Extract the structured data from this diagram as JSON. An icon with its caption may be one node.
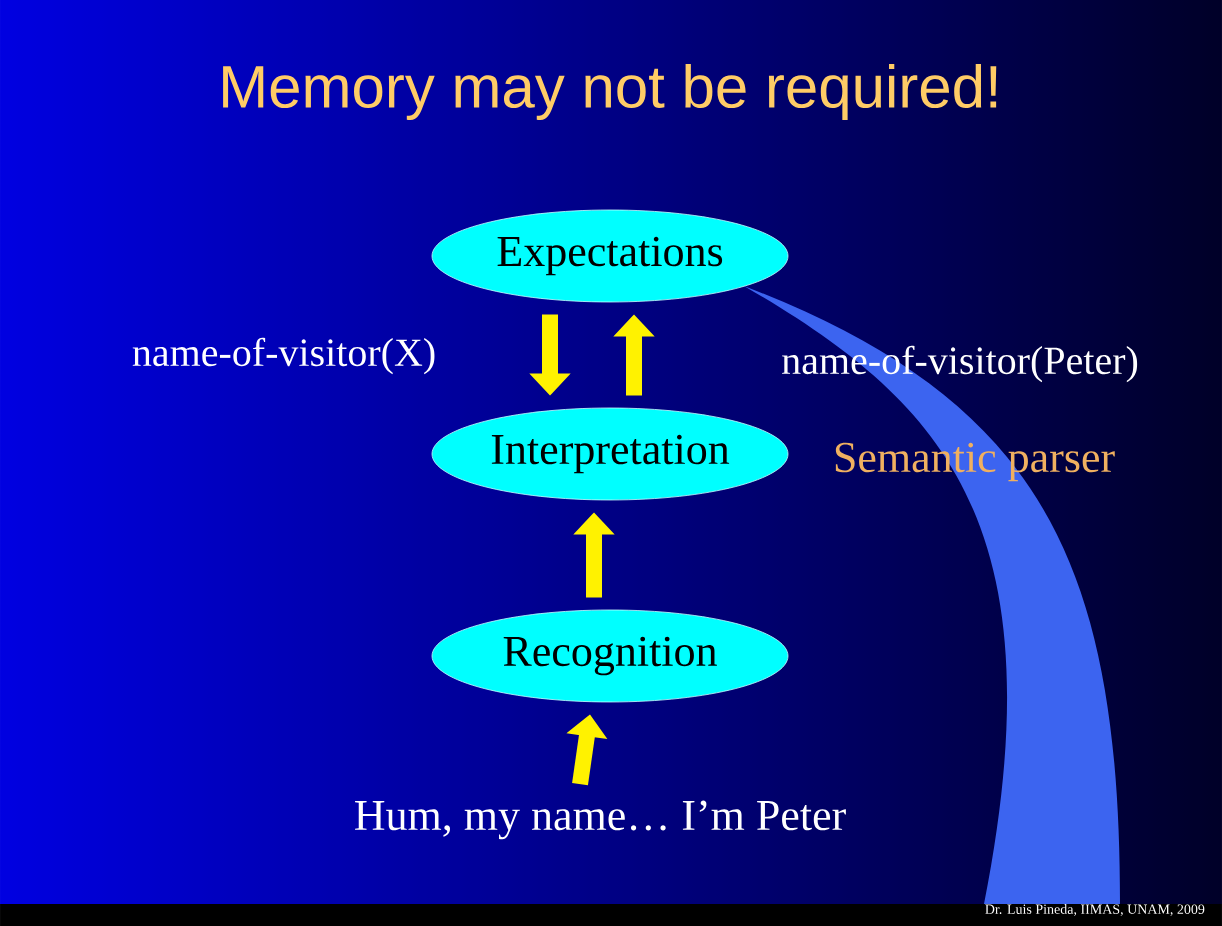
{
  "diagram": {
    "title": "Memory may not be required!",
    "nodes": [
      {
        "text": [
          "Expectations"
        ]
      },
      {
        "text": [
          "Interpretation"
        ],
        "beside": [
          "Semantic parser"
        ]
      },
      {
        "text": [
          "Recognition"
        ]
      },
      {
        "text": [
          "Hum, my name… I’m Peter"
        ]
      }
    ],
    "edges": [
      {
        "from": 0,
        "to": 1,
        "arrow": "to",
        "label": "name-of-visitor(X)"
      },
      {
        "from": 1,
        "to": 0,
        "arrow": "to",
        "label": "name-of-visitor(Peter)"
      },
      {
        "from": 2,
        "to": 1,
        "arrow": "to"
      },
      {
        "from": 3,
        "to": 2,
        "arrow": "to"
      }
    ],
    "labels": [
      "Dr. Luis Pineda, IIMAS, UNAM, 2009"
    ]
  }
}
